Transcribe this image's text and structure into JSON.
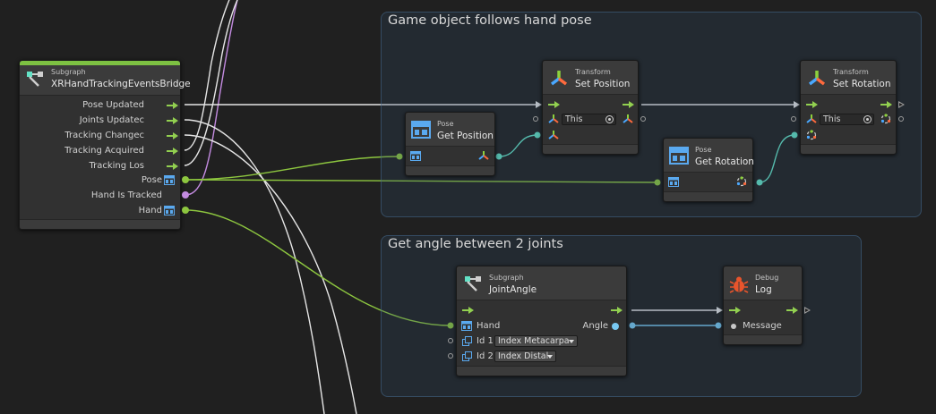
{
  "groups": {
    "follow": {
      "title": "Game object follows hand pose"
    },
    "angle": {
      "title": "Get angle between 2 joints"
    }
  },
  "nodes": {
    "subgraph_bridge": {
      "subtitle": "Subgraph",
      "title": "XRHandTrackingEventsBridge",
      "outputs": [
        "Pose Updated",
        "Joints Updatec",
        "Tracking Changec",
        "Tracking Acquired",
        "Tracking Los",
        "Pose",
        "Hand Is Tracked",
        "Hand"
      ]
    },
    "get_position": {
      "subtitle": "Pose",
      "title": "Get Position"
    },
    "set_position": {
      "subtitle": "Transform",
      "title": "Set Position",
      "field": "This"
    },
    "get_rotation": {
      "subtitle": "Pose",
      "title": "Get Rotation"
    },
    "set_rotation": {
      "subtitle": "Transform",
      "title": "Set Rotation",
      "field": "This"
    },
    "joint_angle": {
      "subtitle": "Subgraph",
      "title": "JointAngle",
      "in_hand": "Hand",
      "out_angle": "Angle",
      "id1_label": "Id 1",
      "id1_value": "Index Metacarpa",
      "id2_label": "Id 2",
      "id2_value": "Index Distal"
    },
    "debug_log": {
      "subtitle": "Debug",
      "title": "Log",
      "in_message": "Message"
    }
  },
  "colors": {
    "flow": "#92d050",
    "pose_port": "#8dc63f",
    "bool_port": "#c38be0",
    "vector_port": "#63e2c6",
    "float_port": "#79c9f2",
    "group_fill": "#2a3a4a"
  },
  "icons": [
    "subgraph-icon",
    "pose-icon",
    "transform-axes-icon",
    "rotation-icon",
    "bug-icon",
    "target-icon"
  ]
}
